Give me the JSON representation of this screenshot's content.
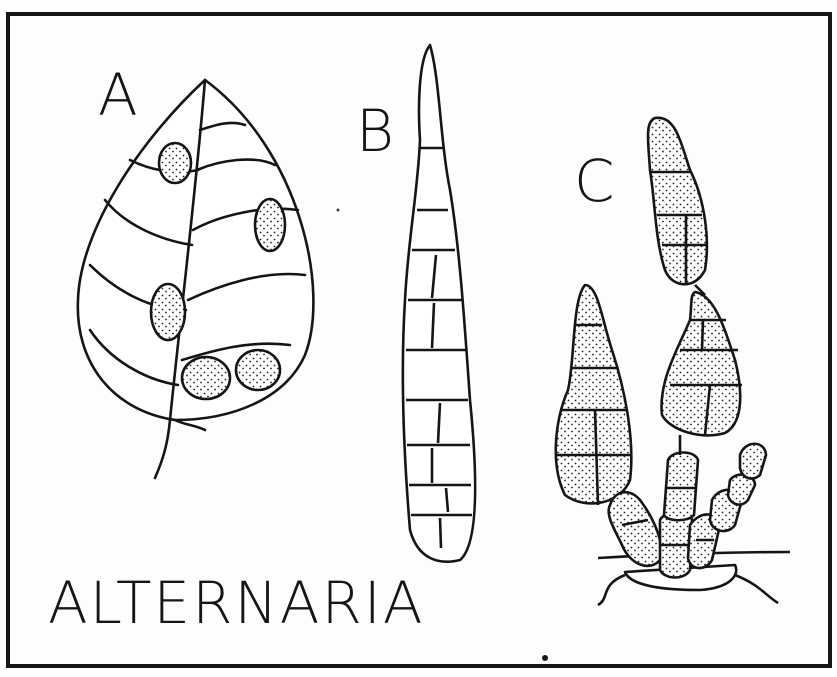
{
  "figure": {
    "title": "ALTERNARIA",
    "panels": [
      {
        "label": "A",
        "icon": "leaf-with-spots-icon"
      },
      {
        "label": "B",
        "icon": "elongated-conidium-icon"
      },
      {
        "label": "C",
        "icon": "conidiophore-chain-icon"
      }
    ],
    "colors": {
      "ink": "#151515",
      "background": "#fdfdfd"
    }
  }
}
